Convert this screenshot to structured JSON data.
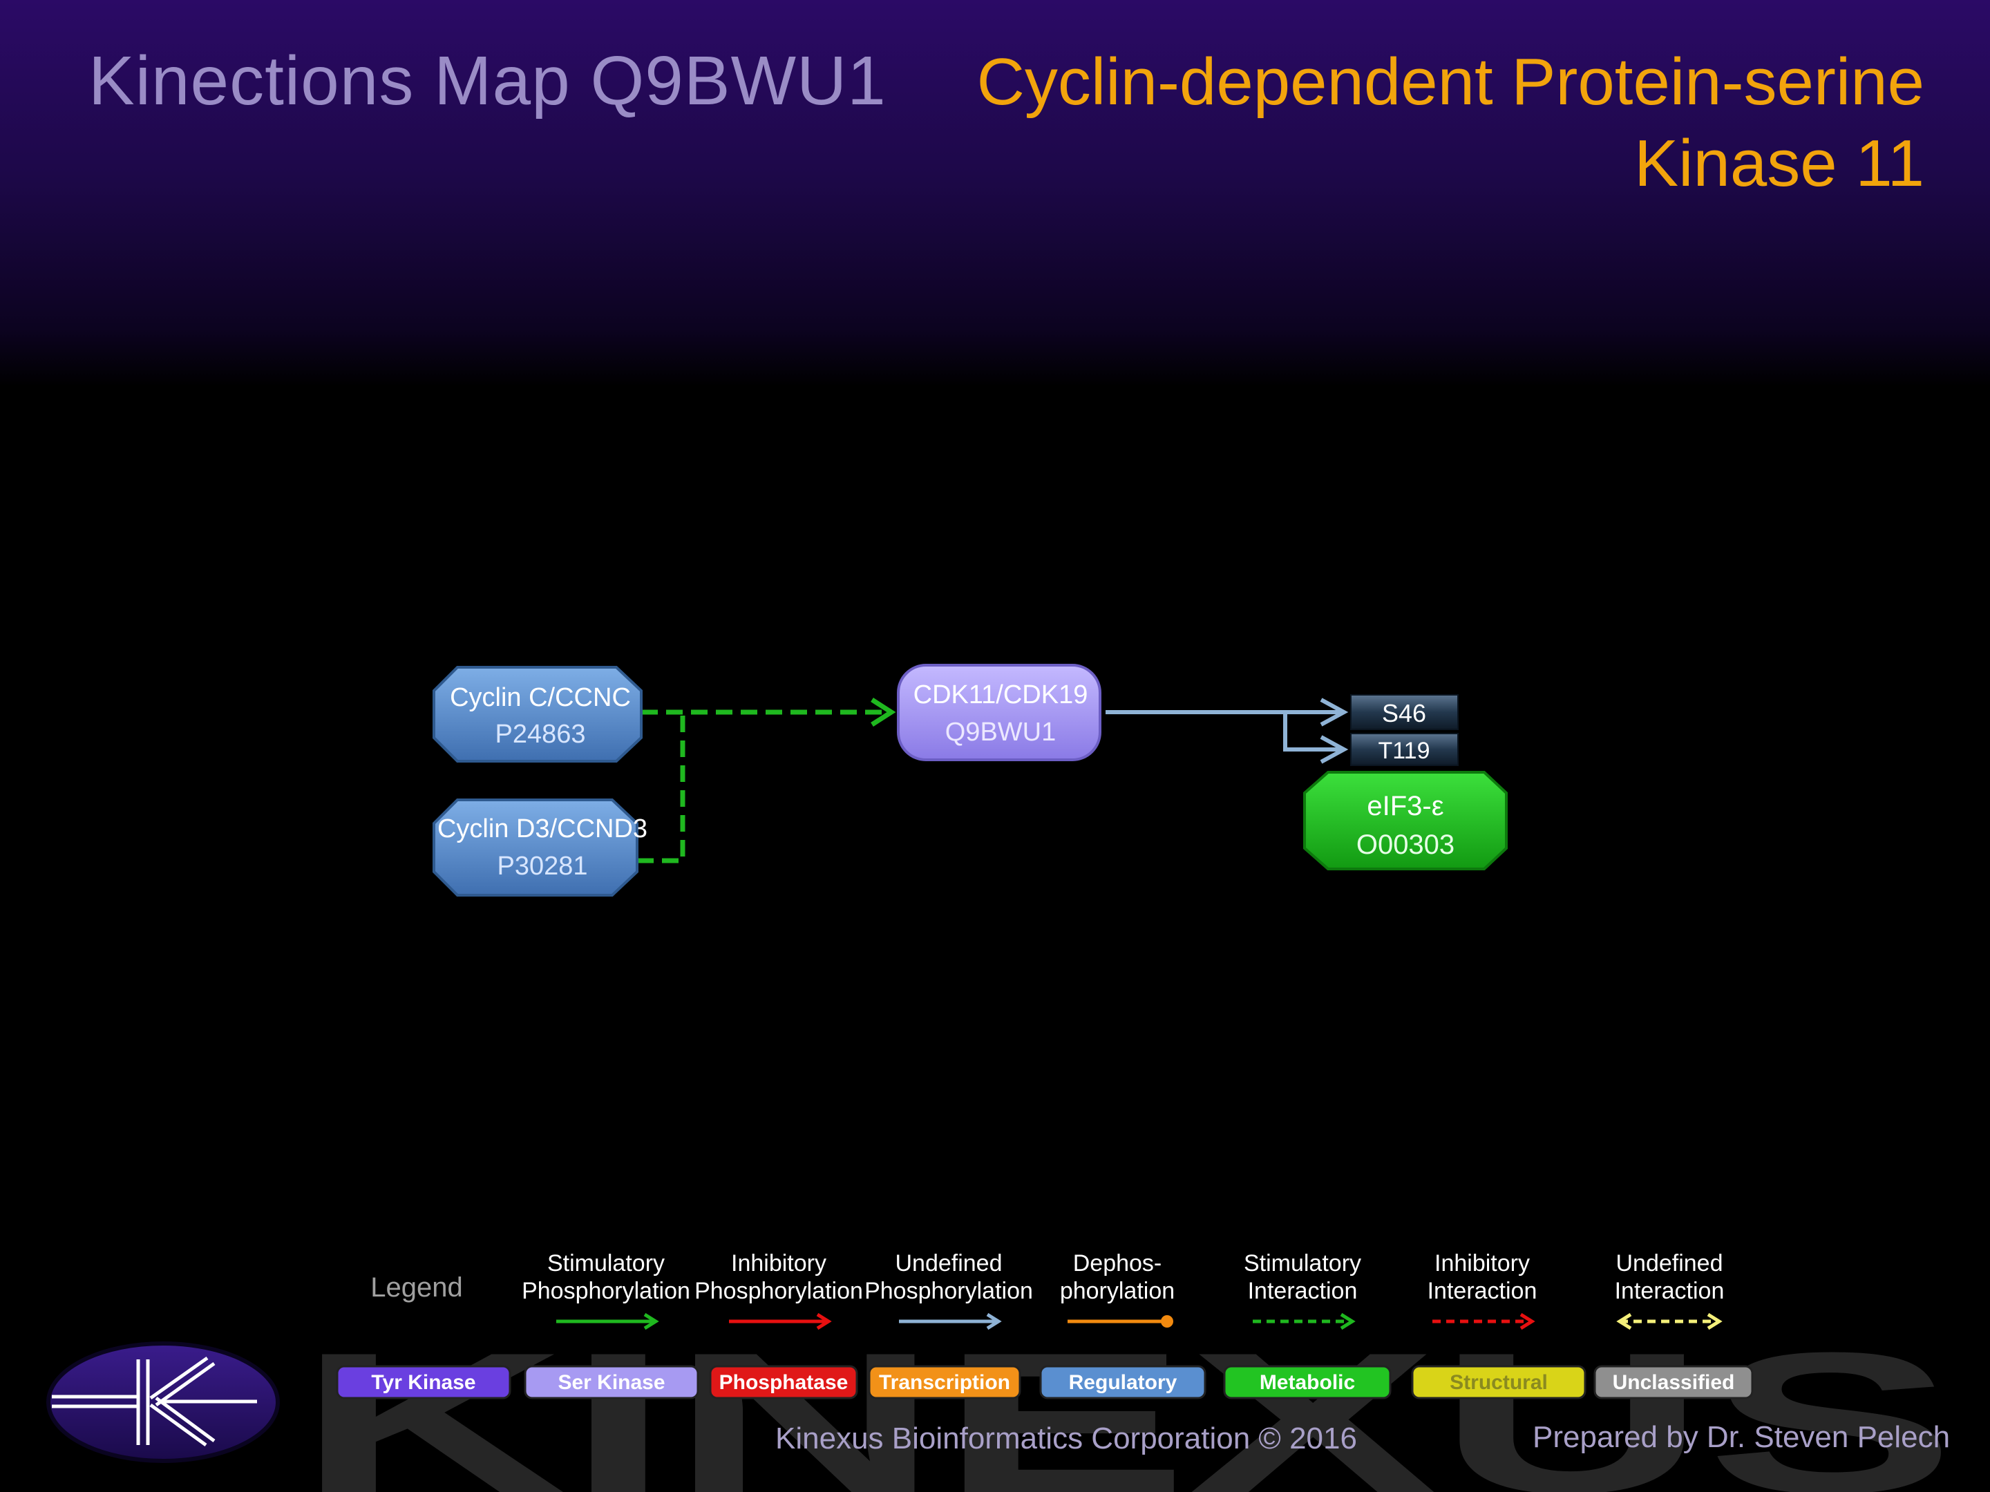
{
  "header": {
    "map_title": "Kinections Map Q9BWU1",
    "protein_name_line1": "Cyclin-dependent Protein-serine",
    "protein_name_line2": "Kinase 11"
  },
  "nodes": [
    {
      "id": "cyclin-c",
      "name": "Cyclin C/CCNC",
      "accession": "P24863",
      "category": "Regulatory"
    },
    {
      "id": "cyclin-d3",
      "name": "Cyclin D3/CCND3",
      "accession": "P30281",
      "category": "Regulatory"
    },
    {
      "id": "cdk11",
      "name": "CDK11/CDK19",
      "accession": "Q9BWU1",
      "category": "Ser Kinase"
    },
    {
      "id": "eif3e",
      "name": "eIF3-ε",
      "accession": "O00303",
      "category": "Metabolic"
    }
  ],
  "sites": [
    "S46",
    "T119"
  ],
  "edges": [
    {
      "from": "Cyclin C/CCNC",
      "to": "CDK11/CDK19",
      "type": "Stimulatory Interaction"
    },
    {
      "from": "Cyclin D3/CCND3",
      "to": "CDK11/CDK19",
      "type": "Stimulatory Interaction"
    },
    {
      "from": "CDK11/CDK19",
      "to": "S46",
      "type": "Undefined Phosphorylation"
    },
    {
      "from": "CDK11/CDK19",
      "to": "T119",
      "type": "Undefined Phosphorylation"
    }
  ],
  "legend": {
    "title": "Legend",
    "arrows": [
      {
        "line1": "Stimulatory",
        "line2": "Phosphorylation",
        "color": "#1fb81f",
        "style": "solid",
        "head": "arrow"
      },
      {
        "line1": "Inhibitory",
        "line2": "Phosphorylation",
        "color": "#e81010",
        "style": "solid",
        "head": "arrow"
      },
      {
        "line1": "Undefined",
        "line2": "Phosphorylation",
        "color": "#8fb3d6",
        "style": "solid",
        "head": "arrow"
      },
      {
        "line1": "Dephos-",
        "line2": "phorylation",
        "color": "#f28a0f",
        "style": "solid",
        "head": "dot"
      },
      {
        "line1": "Stimulatory",
        "line2": "Interaction",
        "color": "#1fb81f",
        "style": "dashed",
        "head": "arrow"
      },
      {
        "line1": "Inhibitory",
        "line2": "Interaction",
        "color": "#e81010",
        "style": "dashed",
        "head": "arrow"
      },
      {
        "line1": "Undefined",
        "line2": "Interaction",
        "color": "#f5f07a",
        "style": "dashed",
        "head": "both"
      }
    ],
    "categories": [
      {
        "label": "Tyr Kinase",
        "color": "#6a3fe0",
        "text_color": "#ffffff"
      },
      {
        "label": "Ser Kinase",
        "color": "#a79af2",
        "text_color": "#ffffff"
      },
      {
        "label": "Phosphatase",
        "color": "#e01818",
        "text_color": "#ffffff"
      },
      {
        "label": "Transcription",
        "color": "#f29118",
        "text_color": "#ffffff"
      },
      {
        "label": "Regulatory",
        "color": "#5a8fd0",
        "text_color": "#ffffff"
      },
      {
        "label": "Metabolic",
        "color": "#22c422",
        "text_color": "#ffffff"
      },
      {
        "label": "Structural",
        "color": "#d9d418",
        "text_color": "#8a8a20"
      },
      {
        "label": "Unclassified",
        "color": "#8f8f8f",
        "text_color": "#ffffff"
      }
    ]
  },
  "footer": {
    "copyright": "Kinexus Bioinformatics Corporation © 2016",
    "prepared_by": "Prepared by Dr. Steven Pelech",
    "watermark": "KINEXUS"
  },
  "colors": {
    "stimulatory_interaction": "#1fb81f",
    "undefined_phosphorylation": "#8fb3d6",
    "regulatory_fill": "#5a8fd0",
    "ser_kinase_fill": "#a79af2",
    "metabolic_fill": "#22c422",
    "site_fill": "#24384d"
  }
}
